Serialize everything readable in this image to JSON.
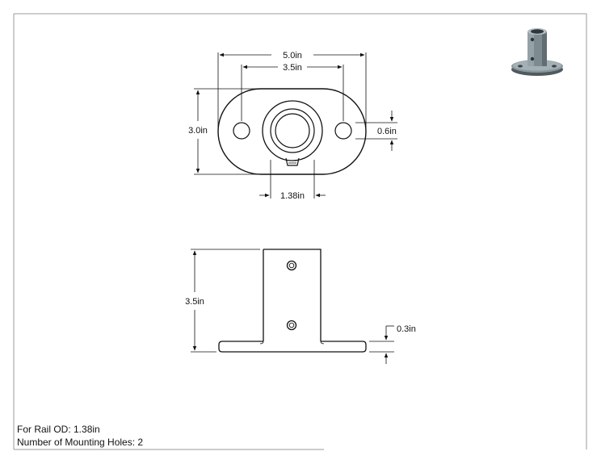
{
  "dimensions": {
    "overall_length": "5.0in",
    "hole_spacing": "3.5in",
    "base_width": "3.0in",
    "hole_diameter": "0.6in",
    "bore_diameter": "1.38in",
    "height": "3.5in",
    "base_thickness": "0.3in"
  },
  "notes": {
    "rail_od": "For Rail OD: 1.38in",
    "mounting_holes": "Number of Mounting Holes: 2"
  },
  "colors": {
    "line": "#111111",
    "border": "#9a9a9a",
    "iso_part": "#7d8a90"
  }
}
